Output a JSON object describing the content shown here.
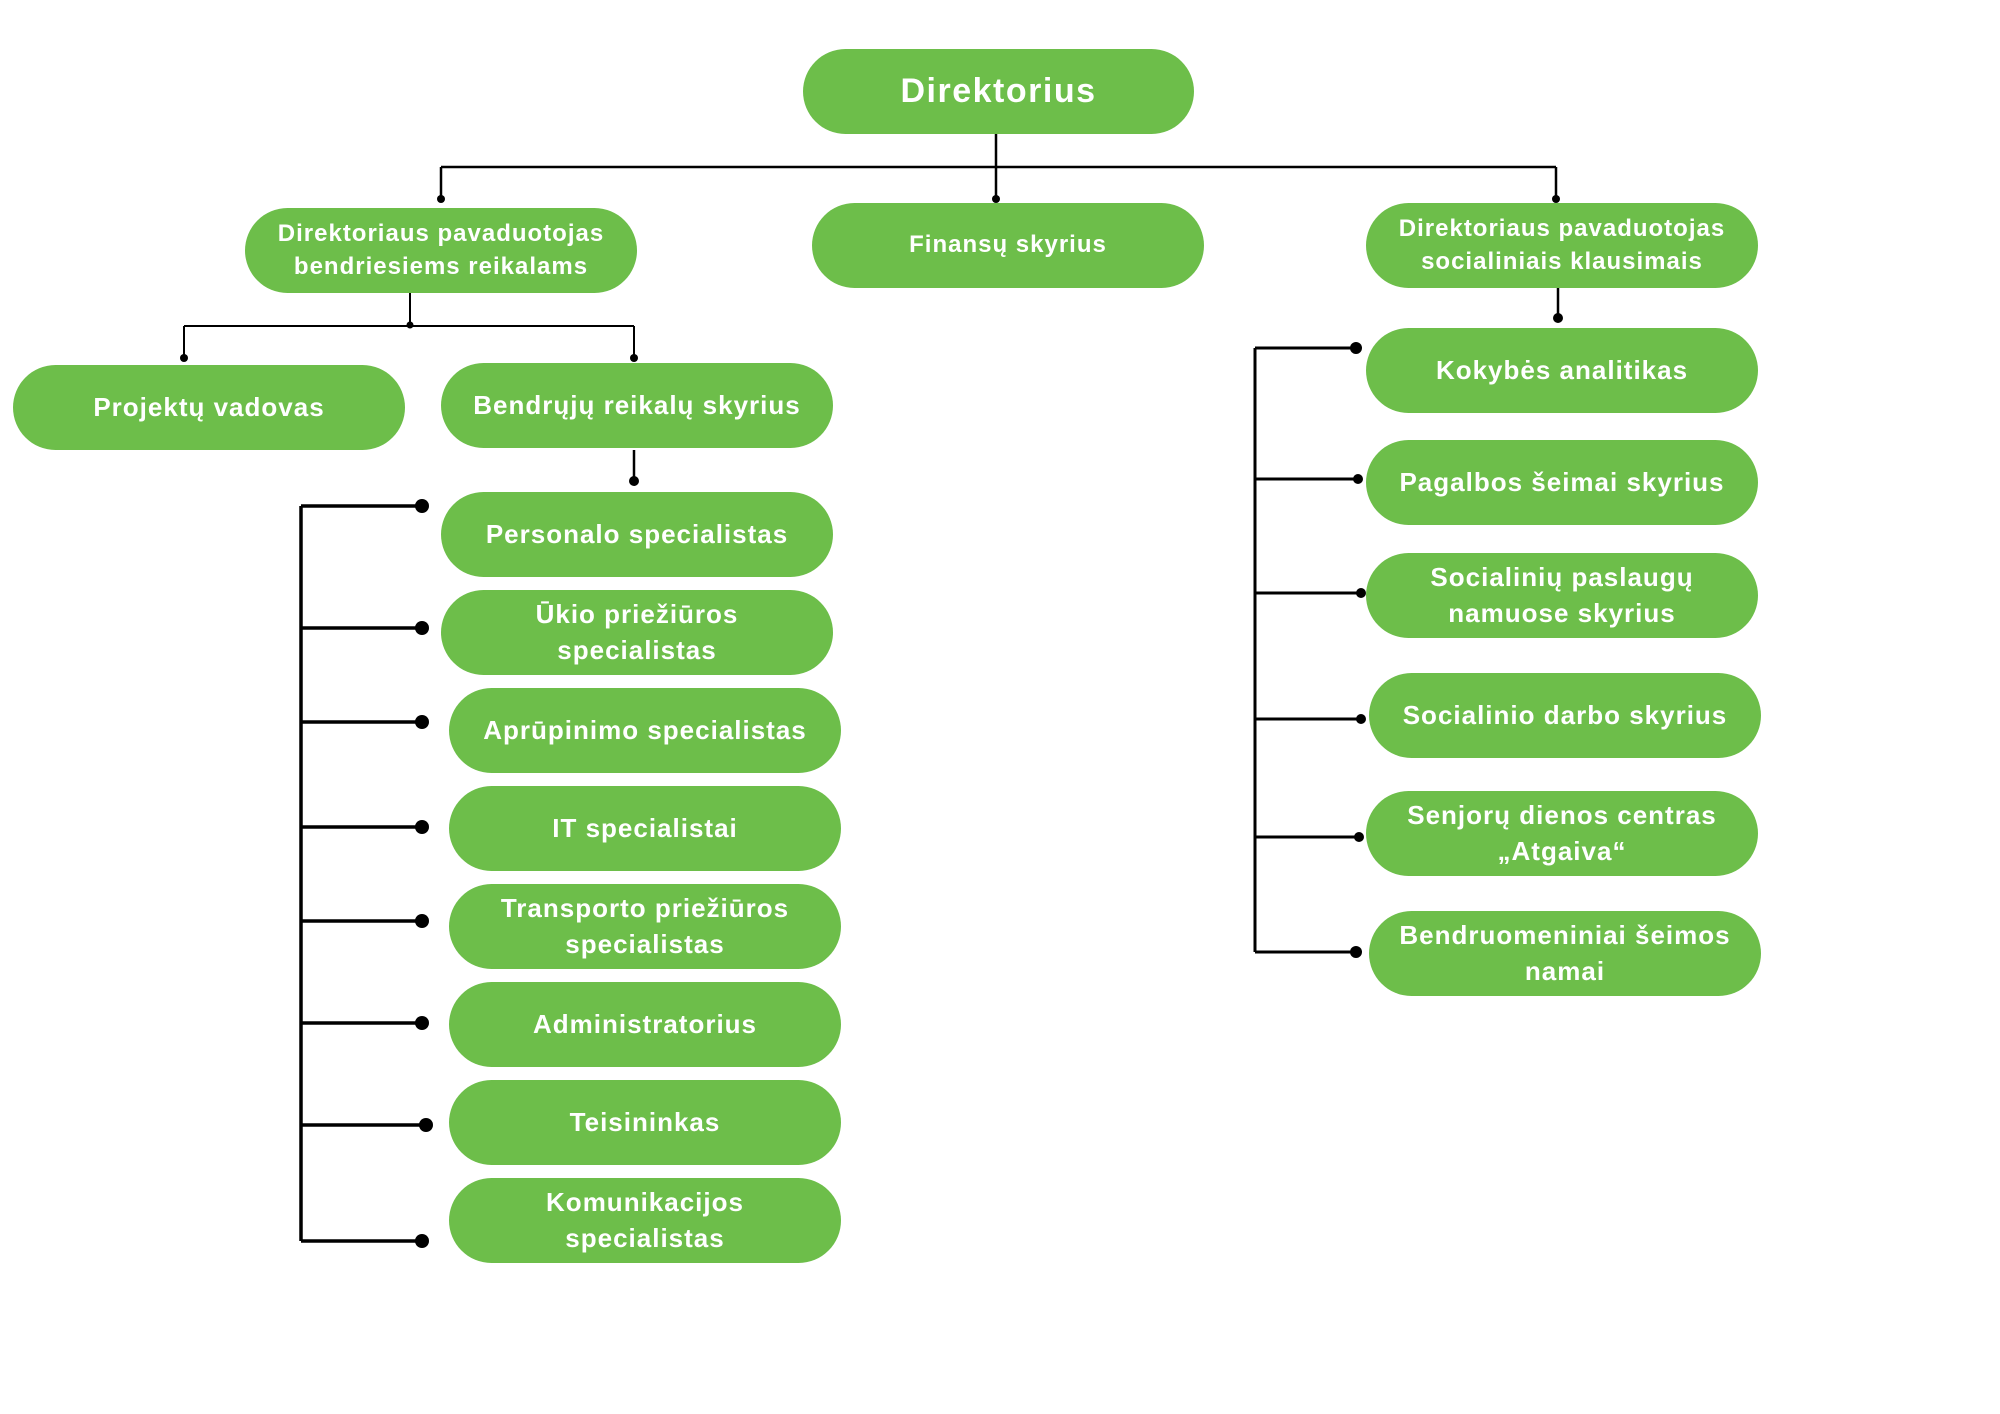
{
  "accent_color": "#6dbe4a",
  "line_color": "#000000",
  "nodes": {
    "director": "Direktorius",
    "deputy_general": "Direktoriaus pavaduotojas\nbendriesiems reikalams",
    "finance": "Finansų skyrius",
    "deputy_social": "Direktoriaus pavaduotojas\nsocialiniais klausimais",
    "project_manager": "Projektų vadovas",
    "general_affairs": "Bendrųjų reikalų skyrius",
    "general_staff": [
      "Personalo specialistas",
      "Ūkio priežiūros\nspecialistas",
      "Aprūpinimo specialistas",
      "IT specialistai",
      "Transporto priežiūros\nspecialistas",
      "Administratorius",
      "Teisininkas",
      "Komunikacijos\nspecialistas"
    ],
    "social_units": [
      "Kokybės analitikas",
      "Pagalbos šeimai skyrius",
      "Socialinių paslaugų\nnamuose skyrius",
      "Socialinio darbo skyrius",
      "Senjorų dienos centras\n„Atgaiva“",
      "Bendruomeniniai šeimos\nnamai"
    ]
  }
}
